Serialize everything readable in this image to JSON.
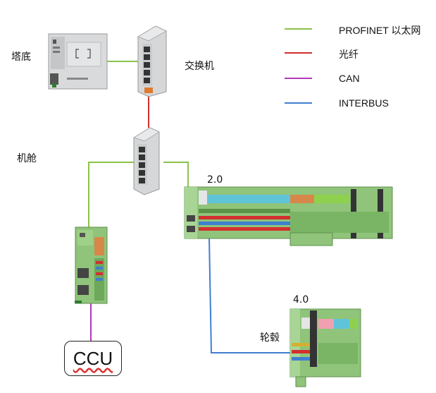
{
  "labels": {
    "tower_base": "塔底",
    "switch": "交换机",
    "nacelle": "机舱",
    "hub": "轮毂",
    "ccu": "CCU",
    "station_2": "2.0",
    "station_4": "4.0"
  },
  "legend": [
    {
      "text": "PROFINET 以太网",
      "color": "#8bc34a"
    },
    {
      "text": "光纤",
      "color": "#d32f2f"
    },
    {
      "text": "CAN",
      "color": "#b03ab8"
    },
    {
      "text": "INTERBUS",
      "color": "#3f7fd0"
    }
  ]
}
